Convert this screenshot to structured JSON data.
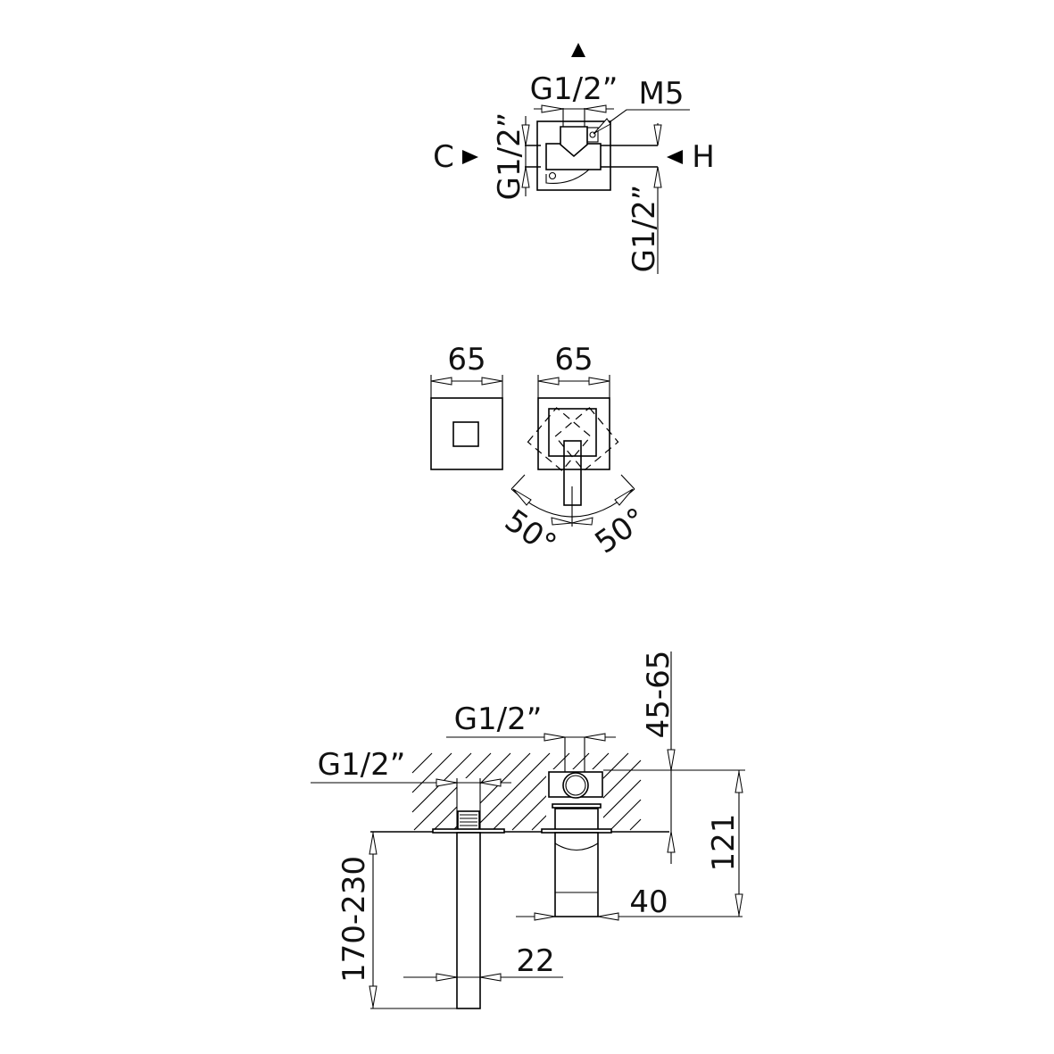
{
  "top_view": {
    "outlet_thread": "G1/2”",
    "fixing_screw": "M5",
    "cold_inlet_label": "C",
    "hot_inlet_label": "H",
    "cold_inlet_thread": "G1/2”",
    "hot_inlet_thread": "G1/2”"
  },
  "front_view": {
    "spout_plate_width": "65",
    "mixer_plate_width": "65",
    "handle_rotation_left": "50°",
    "handle_rotation_right": "50°"
  },
  "side_view": {
    "mixer_thread": "G1/2”",
    "spout_thread": "G1/2”",
    "wall_depth_range": "45-65",
    "mixer_projection": "121",
    "handle_diameter": "40",
    "spout_projection_range": "170-230",
    "spout_width": "22"
  },
  "colors": {
    "line": "#000000",
    "background": "#ffffff"
  }
}
